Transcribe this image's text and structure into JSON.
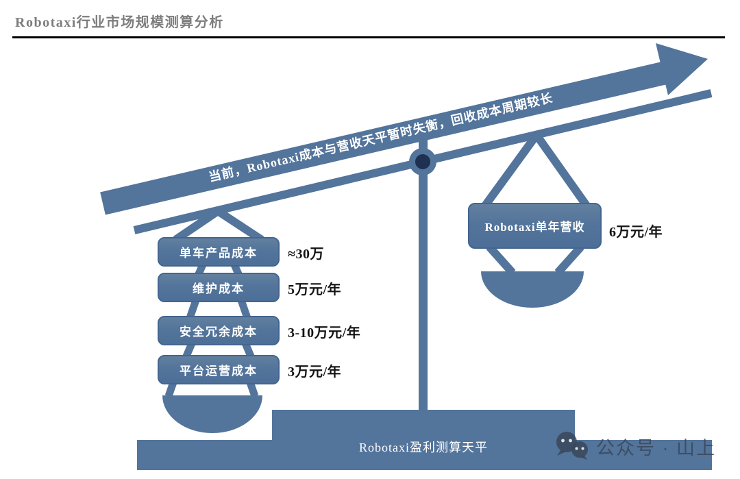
{
  "header": {
    "title": "Robotaxi行业市场规模测算分析"
  },
  "arrow": {
    "caption": "当前，Robotaxi成本与营收天平暂时失衡，回收成本周期较长"
  },
  "cost_side": {
    "items": [
      {
        "label": "单车产品成本",
        "value": "≈30万"
      },
      {
        "label": "维护成本",
        "value": "5万元/年"
      },
      {
        "label": "安全冗余成本",
        "value": "3-10万元/年"
      },
      {
        "label": "平台运营成本",
        "value": "3万元/年"
      }
    ]
  },
  "revenue_side": {
    "label": "Robotaxi单年营收",
    "value": "6万元/年"
  },
  "base": {
    "label": "Robotaxi盈利测算天平"
  },
  "watermark": {
    "text": "公众号 · 山上"
  },
  "colors": {
    "primary_blue": "#53749b",
    "pivot_navy": "#1e3150",
    "title_gray": "#7d7d7d",
    "rule_black": "#000000",
    "value_text": "#141414",
    "watermark_slate": "#384558"
  }
}
